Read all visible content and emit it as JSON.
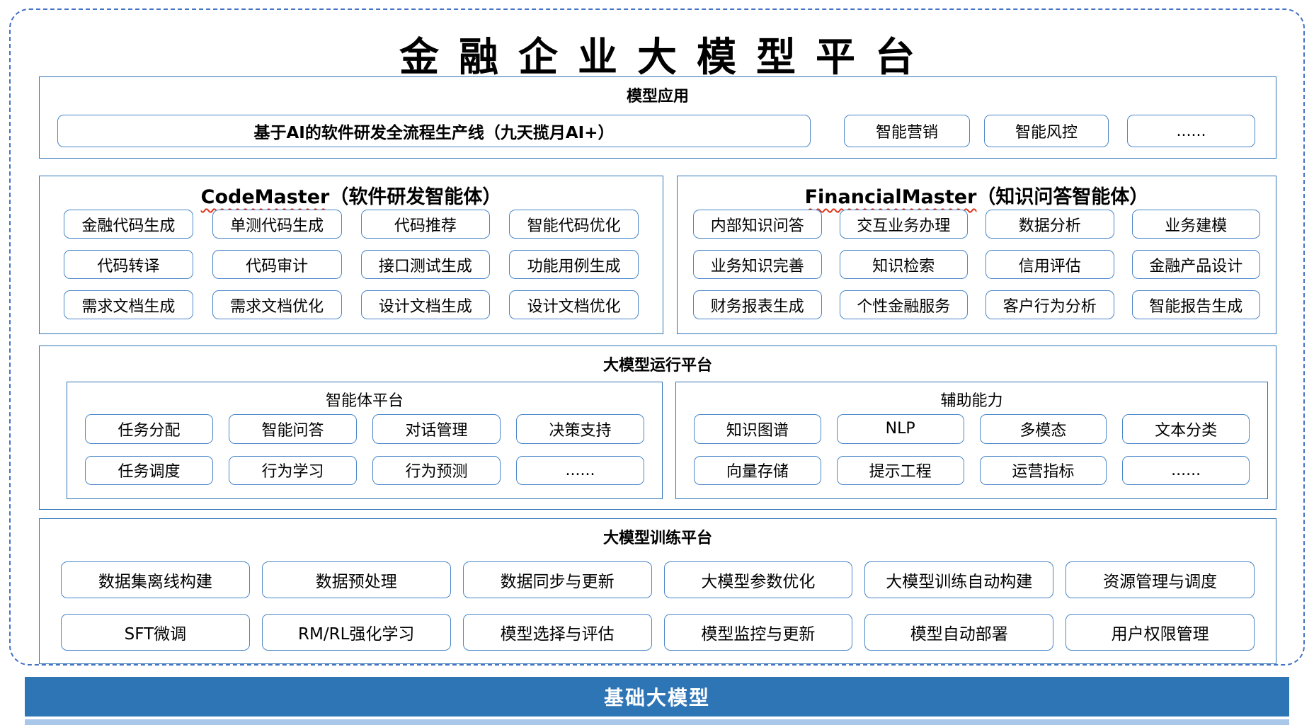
{
  "title": "金融企业大模型平台",
  "colors": {
    "dashed_border": "#4472c4",
    "section_border": "#2e74b5",
    "chip_border": "#4a86c8",
    "squiggle_red": "#e0341b",
    "base_bar_bg": "#2e75b6",
    "base_bar_strip": "#a9c7e9"
  },
  "model_app": {
    "title": "模型应用",
    "main_item": "基于AI的软件研发全流程生产线（九天揽月AI+）",
    "items": [
      "智能营销",
      "智能风控",
      "......"
    ]
  },
  "codemaster": {
    "title_en": "CodeMaster",
    "title_zh": "（软件研发智能体）",
    "items": [
      "金融代码生成",
      "单测代码生成",
      "代码推荐",
      "智能代码优化",
      "代码转译",
      "代码审计",
      "接口测试生成",
      "功能用例生成",
      "需求文档生成",
      "需求文档优化",
      "设计文档生成",
      "设计文档优化"
    ]
  },
  "financialmaster": {
    "title_en": "FinancialMaster",
    "title_zh": "（知识问答智能体）",
    "items": [
      "内部知识问答",
      "交互业务办理",
      "数据分析",
      "业务建模",
      "业务知识完善",
      "知识检索",
      "信用评估",
      "金融产品设计",
      "财务报表生成",
      "个性金融服务",
      "客户行为分析",
      "智能报告生成"
    ]
  },
  "runtime": {
    "title": "大模型运行平台",
    "agent_platform": {
      "title": "智能体平台",
      "items": [
        "任务分配",
        "智能问答",
        "对话管理",
        "决策支持",
        "任务调度",
        "行为学习",
        "行为预测",
        "......"
      ]
    },
    "aux": {
      "title": "辅助能力",
      "items": [
        "知识图谱",
        "NLP",
        "多模态",
        "文本分类",
        "向量存储",
        "提示工程",
        "运营指标",
        "......"
      ]
    }
  },
  "training": {
    "title": "大模型训练平台",
    "items": [
      "数据集离线构建",
      "数据预处理",
      "数据同步与更新",
      "大模型参数优化",
      "大模型训练自动构建",
      "资源管理与调度",
      "SFT微调",
      "RM/RL强化学习",
      "模型选择与评估",
      "模型监控与更新",
      "模型自动部署",
      "用户权限管理"
    ]
  },
  "base_model": {
    "label": "基础大模型"
  }
}
